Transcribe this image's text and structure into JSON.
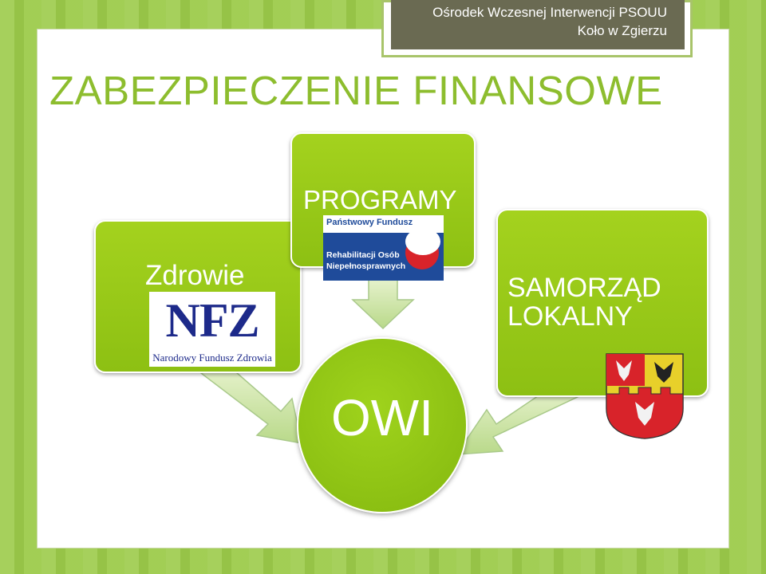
{
  "header": {
    "org_line1": "Ośrodek Wczesnej Interwencji PSOUU",
    "org_line2": "Koło w Zgierzu"
  },
  "title": "ZABEZPIECZENIE FINANSOWE",
  "diagram": {
    "nodes": [
      {
        "label": "Zdrowie",
        "logo": "nfz-logo",
        "logo_text": "NFZ",
        "logo_caption": "Narodowy Fundusz Zdrowia"
      },
      {
        "label": "PROGRAMY",
        "logo": "pfron-logo",
        "logo_lines": [
          "Państwowy Fundusz",
          "Rehabilitacji Osób",
          "Niepełnosprawnych"
        ]
      },
      {
        "label_line1": "SAMORZĄD",
        "label_line2": "LOKALNY",
        "logo": "coat-of-arms-icon"
      }
    ],
    "center": {
      "label": "OWI"
    }
  },
  "colors": {
    "accent": "#8dbd2e",
    "box": "#9acb16",
    "badge": "#6a6a52",
    "nfz_blue": "#1d2a8a",
    "pfron_red": "#d8232a"
  }
}
